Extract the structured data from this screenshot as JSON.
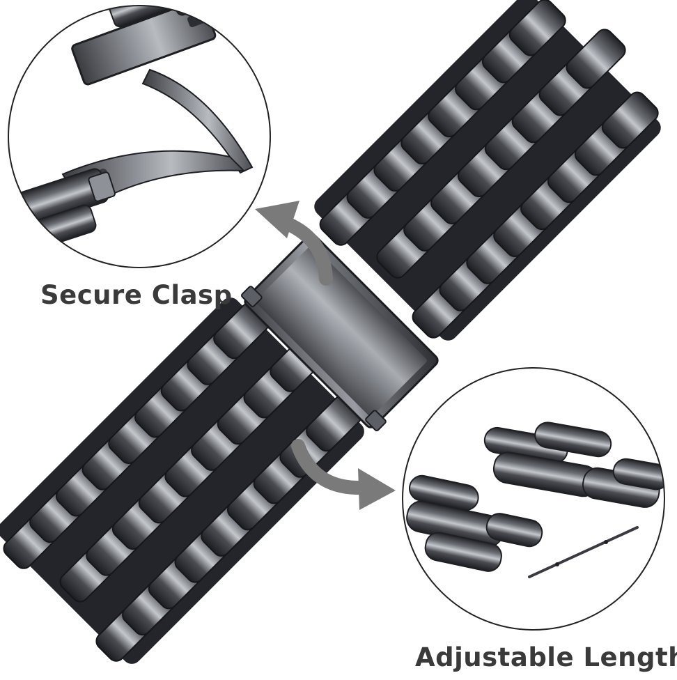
{
  "labels": {
    "clasp": "Secure Clasp",
    "length": "Adjustable Length"
  },
  "colors": {
    "metal_dark": "#2b2c30",
    "metal_mid": "#55585e",
    "metal_light": "#a9acb2",
    "arrow": "#7a7a7a",
    "circle_stroke": "#222222",
    "caption": "#3a3a3a"
  },
  "icons": {
    "clasp_arrow": "curved-arrow-up-left",
    "length_arrow": "curved-arrow-right"
  }
}
